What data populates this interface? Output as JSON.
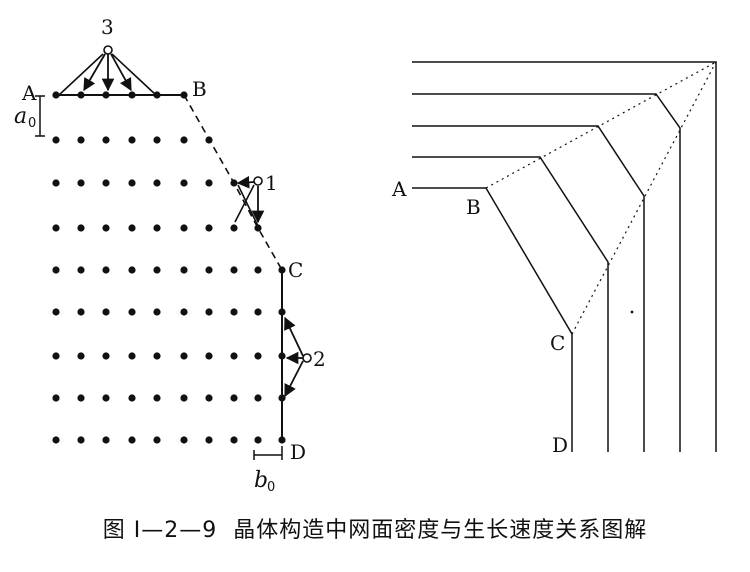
{
  "left_figure": {
    "labels": {
      "A": "A",
      "B": "B",
      "C": "C",
      "D": "D",
      "site1": "1",
      "site2": "2",
      "site3": "3"
    },
    "a_symbol": "a",
    "a_sub": "0",
    "b_symbol": "b",
    "b_sub": "0"
  },
  "right_figure": {
    "labels": {
      "A": "A",
      "B": "B",
      "C": "C",
      "D": "D"
    }
  },
  "caption": "图 Ⅰ—2—9  晶体构造中网面密度与生长速度关系图解",
  "colors": {
    "ink": "#111111",
    "background": "#ffffff"
  }
}
